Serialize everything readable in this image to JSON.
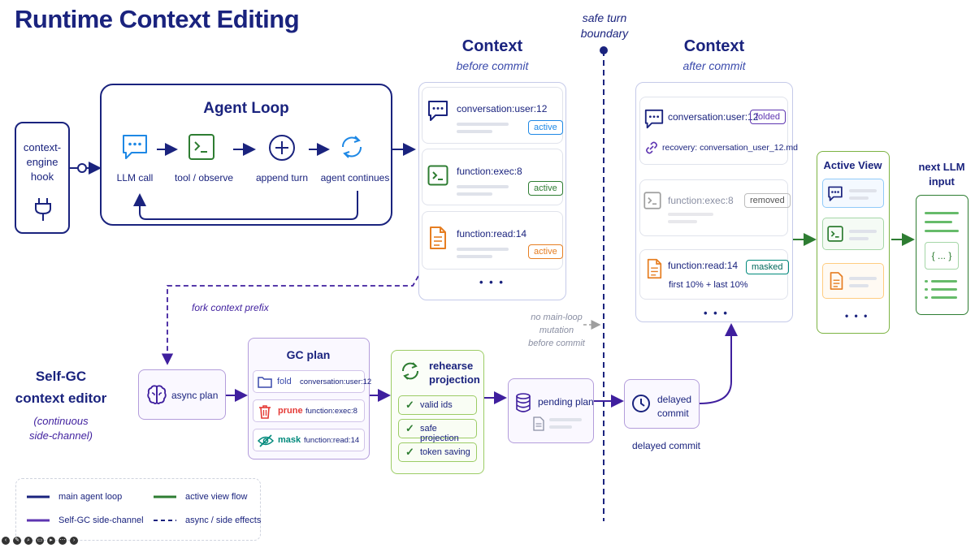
{
  "title": "Runtime Context Editing",
  "hook": {
    "label": "context-engine hook",
    "lines": [
      "context-",
      "engine",
      "hook"
    ]
  },
  "agent_loop": {
    "title": "Agent Loop",
    "steps": [
      "LLM call",
      "tool / observe",
      "append turn",
      "agent continues"
    ]
  },
  "context_before": {
    "title": "Context",
    "subtitle": "before commit",
    "items": [
      {
        "label": "conversation:user:12",
        "badge": "active"
      },
      {
        "label": "function:exec:8",
        "badge": "active"
      },
      {
        "label": "function:read:14",
        "badge": "active"
      }
    ],
    "more": "• • •"
  },
  "boundary": {
    "line1": "safe turn",
    "line2": "boundary"
  },
  "context_after": {
    "title": "Context",
    "subtitle": "after commit",
    "items": [
      {
        "label": "conversation:user:12",
        "badge": "folded",
        "note": "recovery: conversation_user_12.md"
      },
      {
        "label": "function:exec:8",
        "badge": "removed"
      },
      {
        "label": "function:read:14",
        "badge": "masked",
        "note": "first 10% + last 10%"
      }
    ],
    "more": "• • •"
  },
  "active_view": {
    "title": "Active View",
    "more": "• • •"
  },
  "next_input": {
    "line1": "next LLM",
    "line2": "input",
    "braces": "{ ... }"
  },
  "fork_label": "fork context prefix",
  "selfgc": {
    "line1": "Self-GC",
    "line2": "context editor",
    "line3": "(continuous",
    "line4": "side-channel)"
  },
  "async_plan": "async plan",
  "gc_plan": {
    "title": "GC plan",
    "rows": [
      {
        "op": "fold",
        "target": "conversation:user:12",
        "color": "#3949ab"
      },
      {
        "op": "prune",
        "target": "function:exec:8",
        "color": "#e53935"
      },
      {
        "op": "mask",
        "target": "function:read:14",
        "color": "#00897b"
      }
    ]
  },
  "rehearse": {
    "line1": "rehearse",
    "line2": "projection",
    "checks": [
      "valid ids",
      "safe projection",
      "token saving"
    ]
  },
  "pending_plan": "pending plan",
  "no_mutation": {
    "line1": "no main-loop",
    "line2": "mutation",
    "line3": "before commit"
  },
  "delayed_commit": {
    "box_line1": "delayed",
    "box_line2": "commit",
    "caption": "delayed commit"
  },
  "legend": {
    "items": [
      {
        "label": "main agent loop",
        "color": "#1a237e",
        "style": "solid"
      },
      {
        "label": "active view flow",
        "color": "#2e7d32",
        "style": "solid"
      },
      {
        "label": "Self-GC side-channel",
        "color": "#5e35b1",
        "style": "solid"
      },
      {
        "label": "async / side effects",
        "color": "#1a237e",
        "style": "dashed"
      }
    ]
  },
  "colors": {
    "navy": "#1a237e",
    "purple": "#5e35b1",
    "green": "#2e7d32",
    "orange": "#e67e22",
    "blue_badge": "#1e88e5"
  }
}
